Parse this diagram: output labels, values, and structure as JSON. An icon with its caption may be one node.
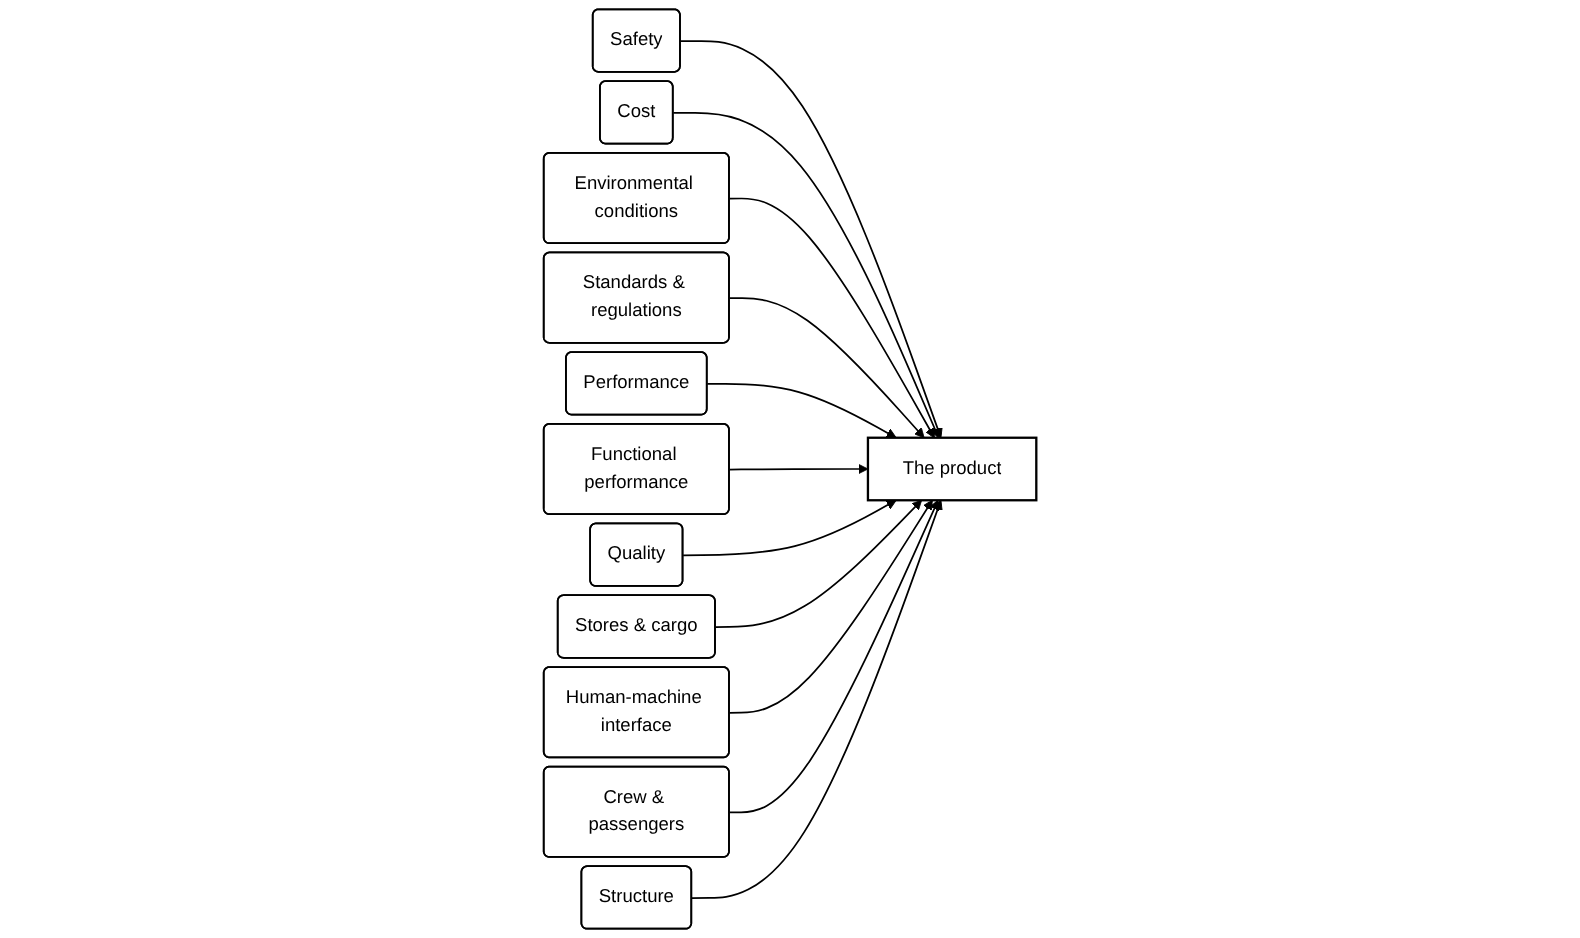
{
  "diagram": {
    "nodes": [
      {
        "text": [
          "Safety"
        ]
      },
      {
        "text": [
          "Cost"
        ]
      },
      {
        "text": [
          "Environmental conditions"
        ]
      },
      {
        "text": [
          "Standards & regulations"
        ]
      },
      {
        "text": [
          "Performance"
        ]
      },
      {
        "text": [
          "Functional performance"
        ]
      },
      {
        "text": [
          "The product"
        ]
      },
      {
        "text": [
          "Quality"
        ]
      },
      {
        "text": [
          "Stores & cargo"
        ]
      },
      {
        "text": [
          "Human-machine interface"
        ]
      },
      {
        "text": [
          "Crew & passengers"
        ]
      },
      {
        "text": [
          "Structure"
        ]
      }
    ],
    "edges": [
      {
        "from": 0,
        "to": 6,
        "arrow": "to"
      },
      {
        "from": 1,
        "to": 6,
        "arrow": "to"
      },
      {
        "from": 2,
        "to": 6,
        "arrow": "to"
      },
      {
        "from": 3,
        "to": 6,
        "arrow": "to"
      },
      {
        "from": 4,
        "to": 6,
        "arrow": "to"
      },
      {
        "from": 5,
        "to": 6,
        "arrow": "to"
      },
      {
        "from": 7,
        "to": 6,
        "arrow": "to"
      },
      {
        "from": 8,
        "to": 6,
        "arrow": "to"
      },
      {
        "from": 9,
        "to": 6,
        "arrow": "to"
      },
      {
        "from": 10,
        "to": 6,
        "arrow": "to"
      },
      {
        "from": 11,
        "to": 6,
        "arrow": "to"
      }
    ]
  }
}
